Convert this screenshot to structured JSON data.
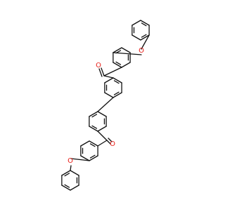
{
  "molecule": {
    "atoms": {
      "o_top_ether": "O",
      "o_top_carbonyl": "O",
      "o_bottom_carbonyl": "O",
      "o_bottom_ether": "O"
    },
    "colors": {
      "bond": "#111111",
      "oxygen": "#e8201a",
      "background": "#ffffff"
    }
  }
}
